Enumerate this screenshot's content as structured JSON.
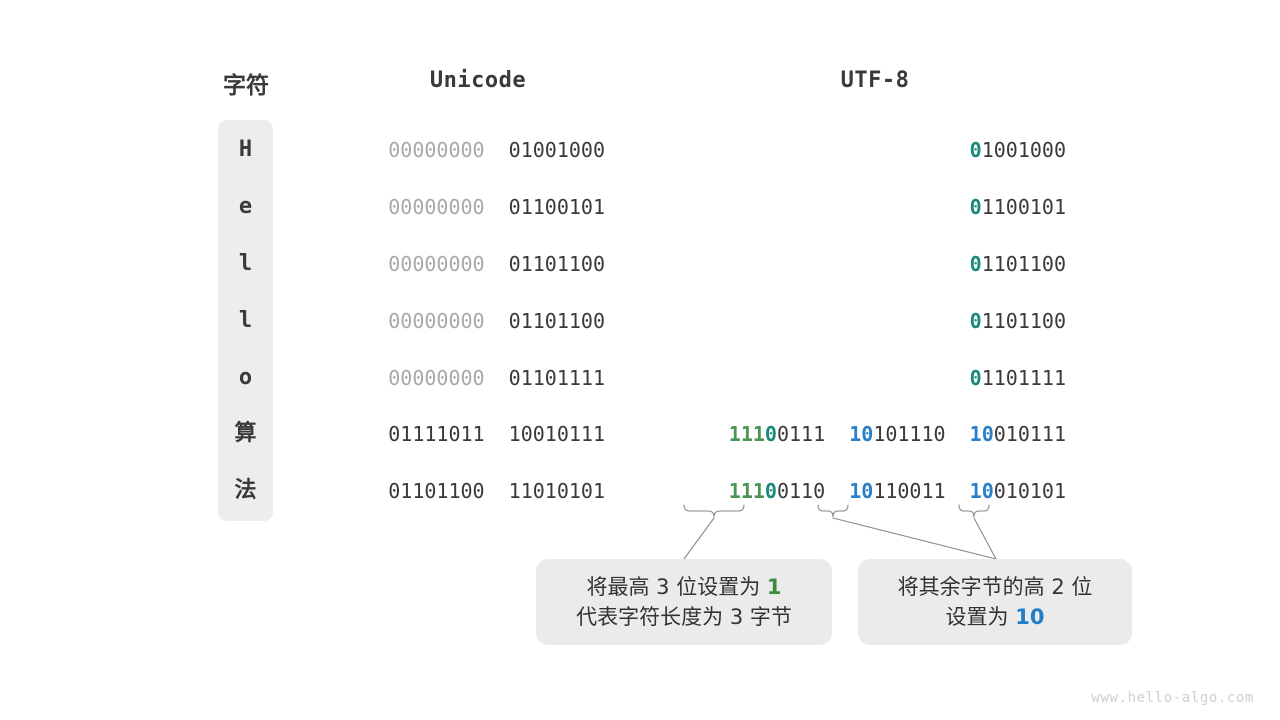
{
  "headers": {
    "character": "字符",
    "unicode": "Unicode",
    "utf8": "UTF-8"
  },
  "rows": [
    {
      "char": "H",
      "char_kind": "mono",
      "unicode_high": "00000000",
      "unicode_low": "01001000",
      "utf8_prefix": "0",
      "utf8_rest": "1001000",
      "utf8_prefix_color": "teal",
      "bytes": 1
    },
    {
      "char": "e",
      "char_kind": "mono",
      "unicode_high": "00000000",
      "unicode_low": "01100101",
      "utf8_prefix": "0",
      "utf8_rest": "1100101",
      "utf8_prefix_color": "teal",
      "bytes": 1
    },
    {
      "char": "l",
      "char_kind": "mono",
      "unicode_high": "00000000",
      "unicode_low": "01101100",
      "utf8_prefix": "0",
      "utf8_rest": "1101100",
      "utf8_prefix_color": "teal",
      "bytes": 1
    },
    {
      "char": "l",
      "char_kind": "mono",
      "unicode_high": "00000000",
      "unicode_low": "01101100",
      "utf8_prefix": "0",
      "utf8_rest": "1101100",
      "utf8_prefix_color": "teal",
      "bytes": 1
    },
    {
      "char": "o",
      "char_kind": "mono",
      "unicode_high": "00000000",
      "unicode_low": "01101111",
      "utf8_prefix": "0",
      "utf8_rest": "1101111",
      "utf8_prefix_color": "teal",
      "bytes": 1
    },
    {
      "char": "算",
      "char_kind": "cjk",
      "unicode_high": "01111011",
      "unicode_low": "10010111",
      "utf8_b1_green": "111",
      "utf8_b1_teal": "0",
      "utf8_b1_rest": "0111",
      "utf8_b2_blue": "10",
      "utf8_b2_rest": "101110",
      "utf8_b3_blue": "10",
      "utf8_b3_rest": "010111",
      "bytes": 3
    },
    {
      "char": "法",
      "char_kind": "cjk",
      "unicode_high": "01101100",
      "unicode_low": "11010101",
      "utf8_b1_green": "111",
      "utf8_b1_teal": "0",
      "utf8_b1_rest": "0110",
      "utf8_b2_blue": "10",
      "utf8_b2_rest": "110011",
      "utf8_b3_blue": "10",
      "utf8_b3_rest": "010101",
      "bytes": 3
    }
  ],
  "callouts": [
    {
      "line1_pre": "将最高 3 位设置为 ",
      "line1_hl": "1",
      "line1_post": "",
      "line2_pre": "代表字符长度为 3 字节",
      "line2_hl": "",
      "line2_post": ""
    },
    {
      "line1_pre": "将其余字节的高 2 位",
      "line1_hl": "",
      "line1_post": "",
      "line2_pre": "设置为 ",
      "line2_hl": "10",
      "line2_post": ""
    }
  ],
  "watermark": "www.hello-algo.com",
  "colors": {
    "green": "#4a9455",
    "teal": "#1a8a7a",
    "blue": "#2a7fc9",
    "dim": "#a9a9a9",
    "dark": "#3a3a3a",
    "panel": "#ededed",
    "callout_bg": "#ebebeb"
  }
}
